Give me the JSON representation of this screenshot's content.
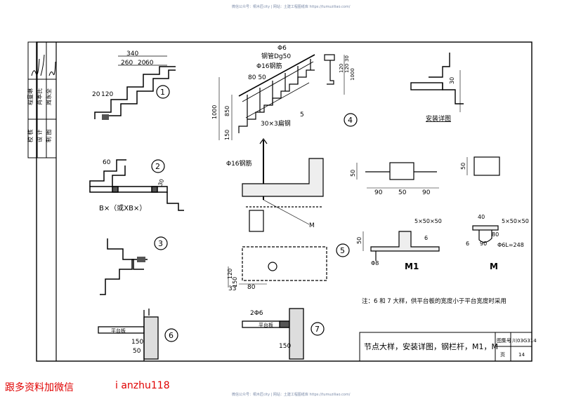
{
  "watermark": "微信公众号：桐木匠city  |  网站：土建工程图纸库 https://tumuziliao.com/",
  "title_block": {
    "title": "节点大样，安装详图，钢栏杆，M1，M",
    "atlas_label": "图集号",
    "atlas_no": "川03G314",
    "page_label": "页",
    "page_no": "14"
  },
  "side_block": {
    "col1": [
      "校 核",
      "设 计",
      "制 图"
    ],
    "col2": [
      "程曼琳",
      "肖本氏",
      "周永全"
    ]
  },
  "details": {
    "d1": {
      "num": "1",
      "dims": [
        "340",
        "260",
        "20",
        "60",
        "20",
        "120"
      ]
    },
    "d2": {
      "num": "2",
      "dims": [
        "60",
        "30"
      ],
      "label": "B×（或XB×）"
    },
    "d3": {
      "num": "3"
    },
    "d4": {
      "num": "4",
      "labels": [
        "Φ6",
        "钢管Dg50",
        "Φ16钢筋",
        "80 50",
        "30×3扁钢",
        "1000",
        "850",
        "150",
        "5"
      ],
      "side_dims": [
        "30",
        "120",
        "120",
        "1000"
      ]
    },
    "d5": {
      "num": "5",
      "labels": [
        "Φ16钢筋",
        "M",
        "120",
        "33",
        "80",
        "150"
      ]
    },
    "install": {
      "caption": "安装详图",
      "dims": [
        "30"
      ]
    },
    "d6": {
      "num": "6",
      "labels": [
        "平台板",
        "150",
        "50"
      ]
    },
    "d7": {
      "num": "7",
      "labels": [
        "2Φ6",
        "平台板",
        "150"
      ]
    }
  },
  "plates": {
    "m1": {
      "name": "M1",
      "dims": [
        "50",
        "90",
        "50",
        "90",
        "5×50×50",
        "6",
        "50",
        "Φ8"
      ]
    },
    "m": {
      "name": "M",
      "dims": [
        "50",
        "5×50×50",
        "40",
        "6",
        "80",
        "90",
        "Φ6L=248"
      ]
    }
  },
  "note": "注：6 和 7 大样，供平台板的宽度小于平台宽度时采用",
  "footer": {
    "left": "跟多资料加微信",
    "right": "i anzhu118"
  }
}
